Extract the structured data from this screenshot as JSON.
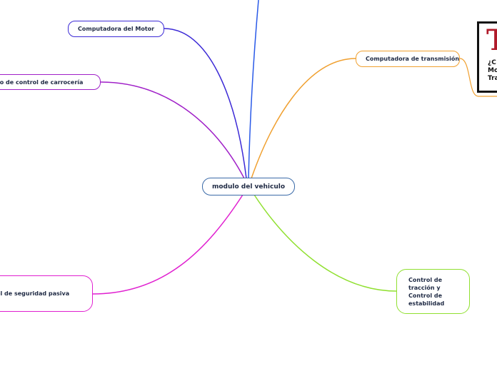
{
  "central_topic": "modulo del vehiculo",
  "topics": {
    "motor": "Computadora del Motor",
    "carroceria": "lo de control de carrocería",
    "pasiva": "ol de seguridad pasiva",
    "transmision": "Computadora de transmisión",
    "traccion": "Control de tracción y Control de estabilidad"
  },
  "side_card": {
    "big_letter": "T",
    "line1": "¿C",
    "line2": "Mo",
    "line3": "Tra"
  },
  "colors": {
    "central": "#3a6aa8",
    "motor": "#3c2ad6",
    "carroceria": "#a020c8",
    "pasiva": "#e020d0",
    "transmision": "#f0a030",
    "traccion": "#90e030",
    "top_branch": "#2a5ae8",
    "card_letter": "#b01a2a"
  }
}
